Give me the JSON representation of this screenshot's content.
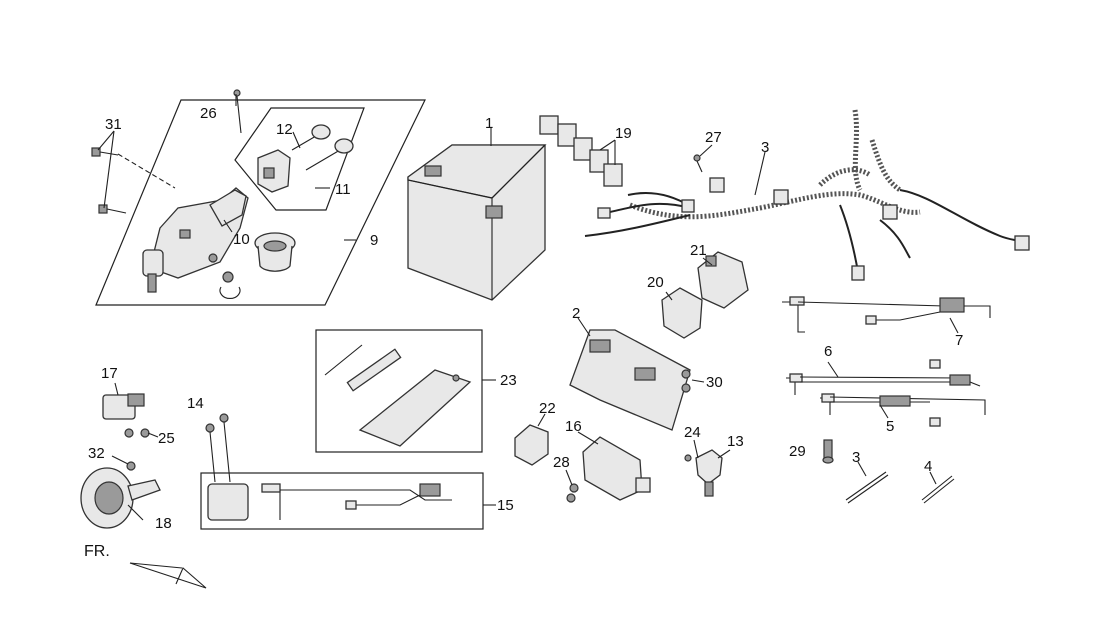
{
  "diagram": {
    "direction_label": "FR.",
    "callouts": {
      "c1": "1",
      "c2": "2",
      "c3a": "3",
      "c3b": "3",
      "c4": "4",
      "c5": "5",
      "c6": "6",
      "c7": "7",
      "c9": "9",
      "c10": "10",
      "c11": "11",
      "c12": "12",
      "c13": "13",
      "c14": "14",
      "c15": "15",
      "c16": "16",
      "c17": "17",
      "c18": "18",
      "c19": "19",
      "c20": "20",
      "c21": "21",
      "c22": "22",
      "c23": "23",
      "c24": "24",
      "c25": "25",
      "c26": "26",
      "c27": "27",
      "c28": "28",
      "c29": "29",
      "c30": "30",
      "c31": "31",
      "c32": "32"
    }
  }
}
